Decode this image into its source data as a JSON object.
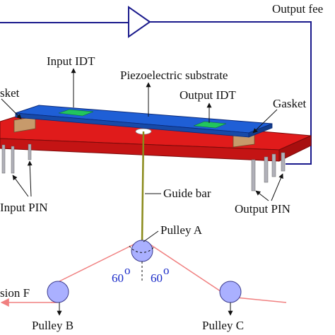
{
  "labels": {
    "output_feedback": "Output fee",
    "input_idt": "Input IDT",
    "piezo_substrate": "Piezoelectric substrate",
    "output_idt": "Output IDT",
    "gasket_left": "sket",
    "gasket_right": "Gasket",
    "input_pin": "Input PIN",
    "output_pin": "Output PIN",
    "guide_bar": "Guide bar",
    "pulley_a": "Pulley A",
    "pulley_b": "Pulley B",
    "pulley_c": "Pulley C",
    "tension": "sion F",
    "angle_left": "60",
    "angle_right": "60",
    "degree": "o"
  },
  "colors": {
    "feedback_line": "#1a1a8c",
    "board_red": "#e01b1b",
    "board_dark_red": "#a80f0f",
    "substrate_blue": "#1f5fd6",
    "idt_green": "#22c55e",
    "gasket_tan": "#c79a6b",
    "guide_bar": "#8a8a1a",
    "pulley_fill": "#aab0ff",
    "cable_pink": "#f08080",
    "angle_blue": "#1a2bc8"
  }
}
